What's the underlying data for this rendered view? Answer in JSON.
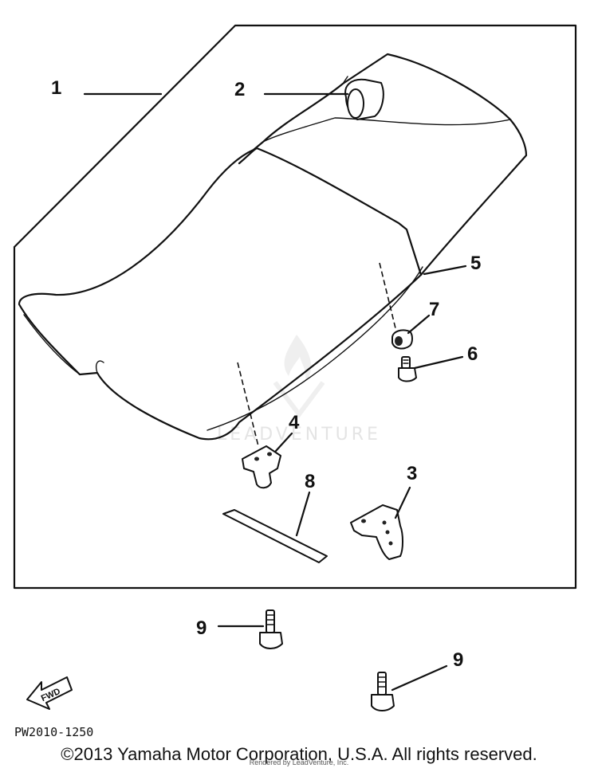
{
  "callouts": {
    "c1": "1",
    "c2": "2",
    "c3": "3",
    "c4": "4",
    "c5": "5",
    "c6": "6",
    "c7": "7",
    "c8": "8",
    "c9a": "9",
    "c9b": "9"
  },
  "fwd_label": "FWD",
  "drawing_number": "PW2010-1250",
  "copyright": "©2013 Yamaha Motor Corporation, U.S.A. All rights reserved.",
  "watermark": "LEADVENTURE",
  "render_note": "Rendered by LeadVenture, Inc."
}
